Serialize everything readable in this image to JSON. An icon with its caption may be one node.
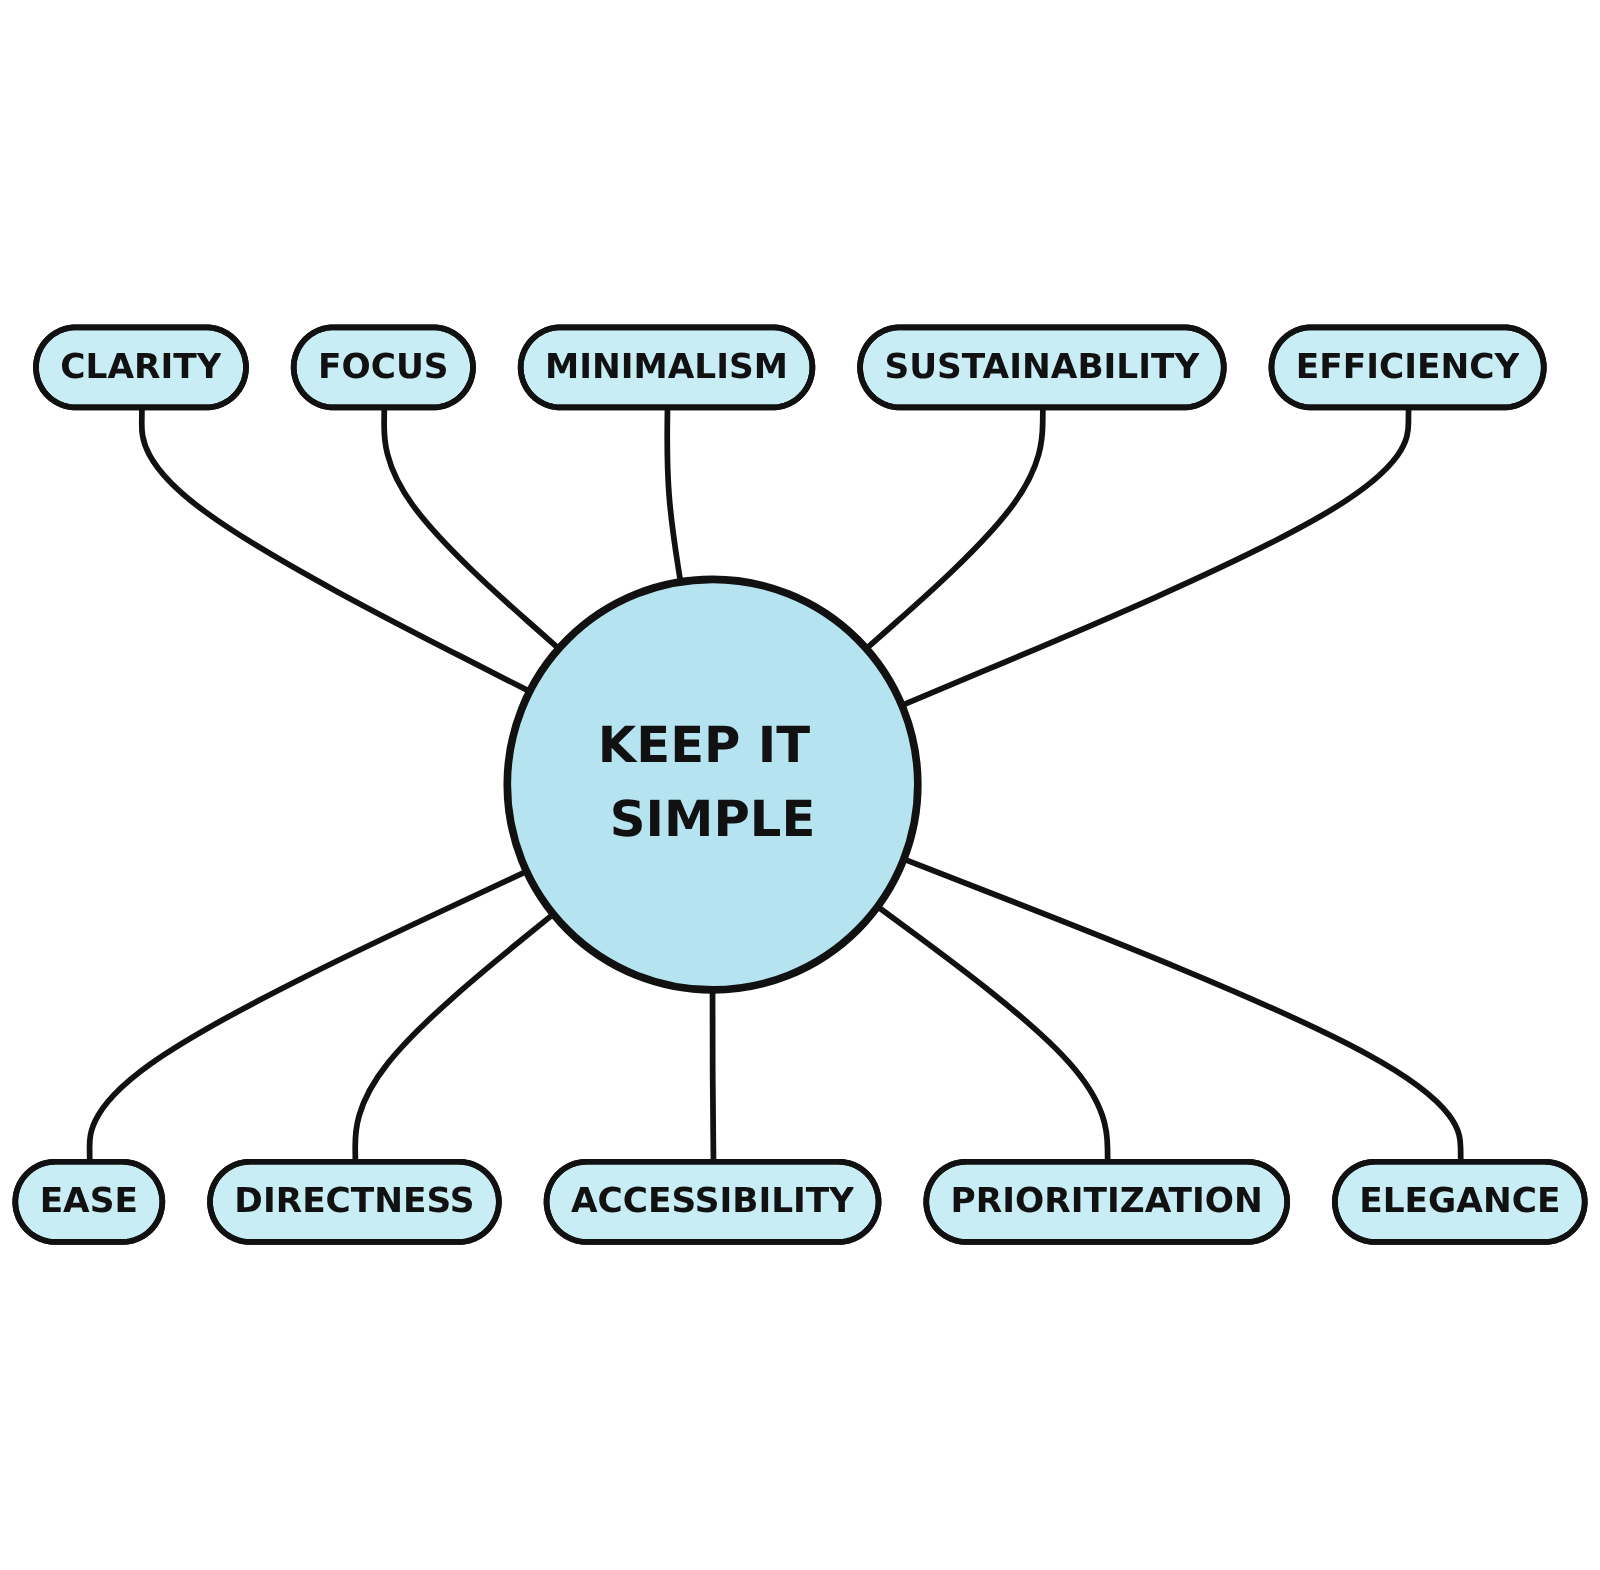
{
  "diagram": {
    "nodes": [
      {
        "text": [
          "CLARITY"
        ]
      },
      {
        "text": [
          "FOCUS"
        ]
      },
      {
        "text": [
          "MINIMALISM"
        ]
      },
      {
        "text": [
          "SUSTAINABILITY"
        ]
      },
      {
        "text": [
          "EFFICIENCY"
        ]
      },
      {
        "text": [
          "KEEP IT SIMPLE"
        ]
      },
      {
        "text": [
          "EASE"
        ]
      },
      {
        "text": [
          "DIRECTNESS"
        ]
      },
      {
        "text": [
          "ACCESSIBILITY"
        ]
      },
      {
        "text": [
          "PRIORITIZATION"
        ]
      },
      {
        "text": [
          "ELEGANCE"
        ]
      }
    ],
    "edges": [
      {
        "from": 0,
        "to": 5,
        "arrow": "none"
      },
      {
        "from": 1,
        "to": 5,
        "arrow": "none"
      },
      {
        "from": 2,
        "to": 5,
        "arrow": "none"
      },
      {
        "from": 3,
        "to": 5,
        "arrow": "none"
      },
      {
        "from": 4,
        "to": 5,
        "arrow": "none"
      },
      {
        "from": 5,
        "to": 6,
        "arrow": "none"
      },
      {
        "from": 5,
        "to": 7,
        "arrow": "none"
      },
      {
        "from": 5,
        "to": 8,
        "arrow": "none"
      },
      {
        "from": 5,
        "to": 9,
        "arrow": "none"
      },
      {
        "from": 5,
        "to": 10,
        "arrow": "none"
      }
    ]
  }
}
